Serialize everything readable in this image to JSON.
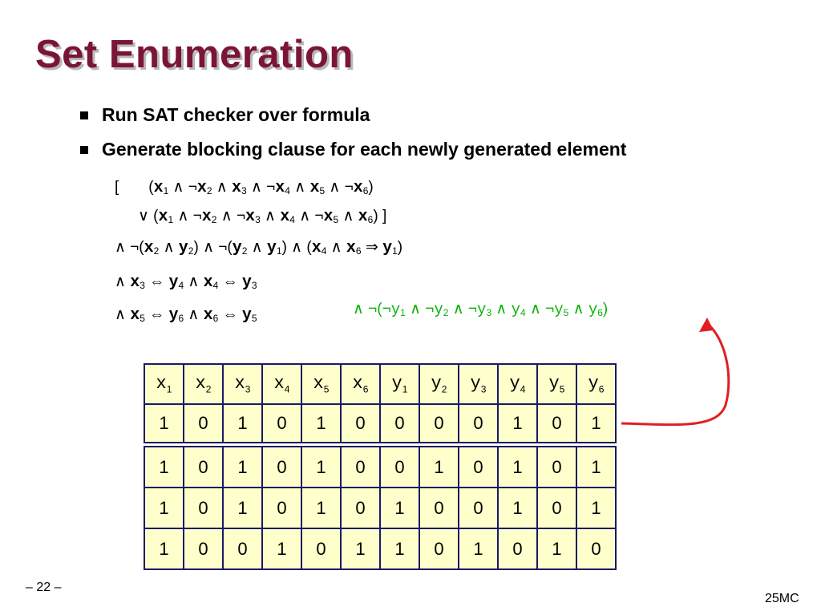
{
  "title": "Set Enumeration",
  "bullets": [
    "Run SAT checker over formula",
    "Generate blocking clause for each newly generated element"
  ],
  "formula": {
    "line1_open": "[",
    "line1": [
      "(",
      "x",
      "1",
      " ∧ ¬",
      "x",
      "2",
      " ∧ ",
      "x",
      "3",
      " ∧ ¬",
      "x",
      "4",
      " ∧ ",
      "x",
      "5",
      " ∧ ¬",
      "x",
      "6",
      ")"
    ],
    "line2": "∨ (x1 ∧ ¬x2 ∧ ¬x3 ∧ x4 ∧ ¬x5 ∧ x6) ]",
    "line3": "∧ ¬(x2 ∧ y2) ∧ ¬(y2 ∧ y1) ∧ (x4 ∧ x6 ⇒ y1)",
    "line4": "∧ x3 ⇔ y4 ∧ x4 ⇔ y3",
    "line5": "∧ x5 ⇔ y6 ∧ x6 ⇔ y5",
    "blocking": "∧ ¬(¬y1 ∧ ¬y2 ∧ ¬y3 ∧ y4 ∧ ¬y5 ∧ y6)"
  },
  "table": {
    "headers": [
      "x1",
      "x2",
      "x3",
      "x4",
      "x5",
      "x6",
      "y1",
      "y2",
      "y3",
      "y4",
      "y5",
      "y6"
    ],
    "rows": [
      [
        "1",
        "0",
        "1",
        "0",
        "1",
        "0",
        "0",
        "0",
        "0",
        "1",
        "0",
        "1"
      ],
      [
        "1",
        "0",
        "1",
        "0",
        "1",
        "0",
        "0",
        "1",
        "0",
        "1",
        "0",
        "1"
      ],
      [
        "1",
        "0",
        "1",
        "0",
        "1",
        "0",
        "1",
        "0",
        "0",
        "1",
        "0",
        "1"
      ],
      [
        "1",
        "0",
        "0",
        "1",
        "0",
        "1",
        "1",
        "0",
        "1",
        "0",
        "1",
        "0"
      ]
    ]
  },
  "colors": {
    "title": "#7b1535",
    "highlight": "#ff6a00",
    "arrow": "#e02020",
    "blocking": "#0bb10b",
    "table_bg": "#ffffcc"
  },
  "footer": {
    "page": "– 22 –",
    "course": "25MC"
  }
}
